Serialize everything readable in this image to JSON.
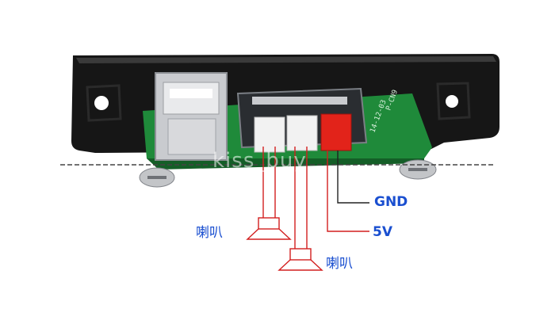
{
  "labels": {
    "gnd": "GND",
    "v5": "5V",
    "speaker_1": "喇叭",
    "speaker_2": "喇叭"
  },
  "watermark": "kiss_buy",
  "pcb_silkscreen": {
    "line1": "P-CN9",
    "line2": "14-12-03"
  },
  "colors": {
    "panel": "#1b1b1b",
    "pcb": "#1f8a3a",
    "wire_red": "#d21e1e",
    "label_blue": "#1a4fd0",
    "red_connector": "#e2231a"
  }
}
